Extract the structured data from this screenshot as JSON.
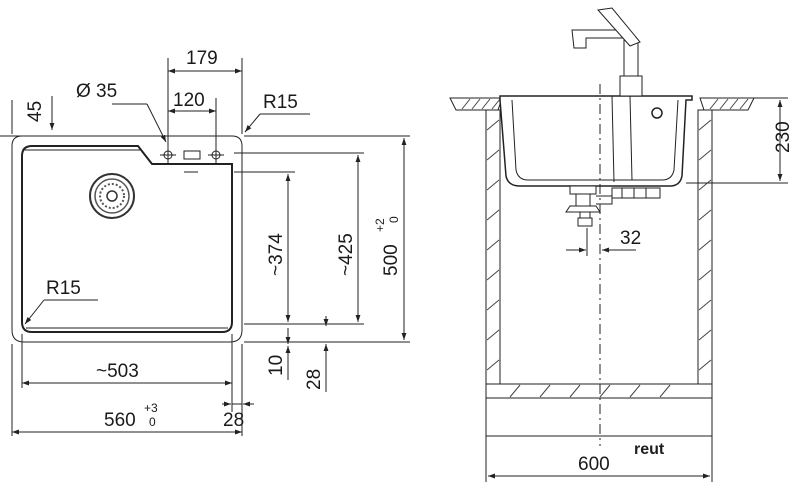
{
  "left_view": {
    "d45": "45",
    "dia35": "Ø 35",
    "d179": "179",
    "d120": "120",
    "r15_top": "R15",
    "r15_bottom": "R15",
    "d374": "~374",
    "d425": "~425",
    "d500": "500",
    "d500_tol_up": "+2",
    "d500_tol_low": "0",
    "d10": "10",
    "d28_vert": "28",
    "d503": "~503",
    "d28_horiz": "28",
    "d560": "560",
    "d560_tol_up": "+3",
    "d560_tol_low": "0"
  },
  "right_view": {
    "d230": "230",
    "d32": "32",
    "d600": "600"
  },
  "brand": {
    "logo_text": "reut"
  }
}
